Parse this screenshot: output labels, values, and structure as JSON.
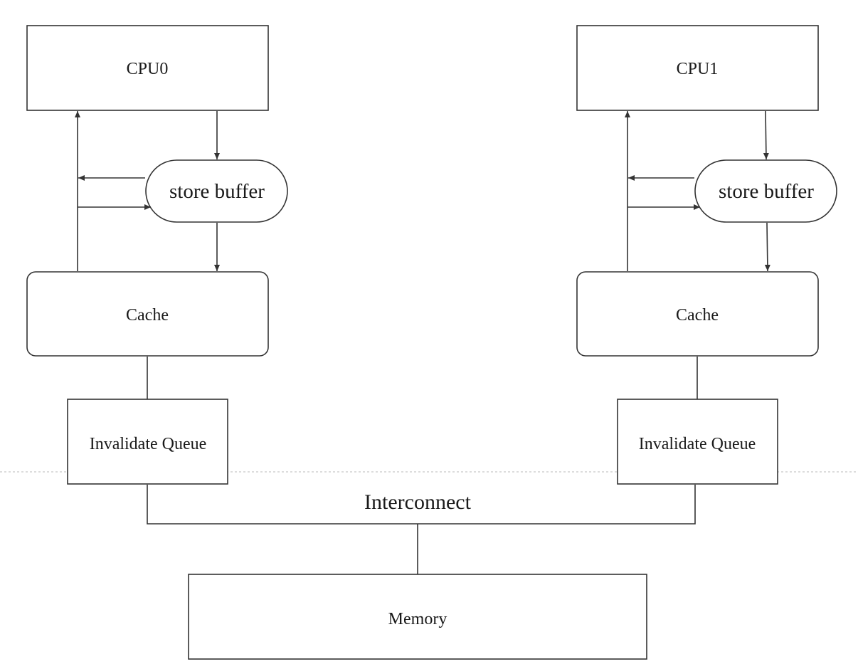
{
  "cpu0": {
    "label": "CPU0",
    "store_buffer": "store buffer",
    "cache": "Cache",
    "invalidate_queue": "Invalidate Queue"
  },
  "cpu1": {
    "label": "CPU1",
    "store_buffer": "store buffer",
    "cache": "Cache",
    "invalidate_queue": "Invalidate Queue"
  },
  "interconnect": {
    "label": "Interconnect"
  },
  "memory": {
    "label": "Memory"
  },
  "colors": {
    "line": "#333333",
    "background": "#ffffff",
    "divider": "#bbbbbb"
  }
}
